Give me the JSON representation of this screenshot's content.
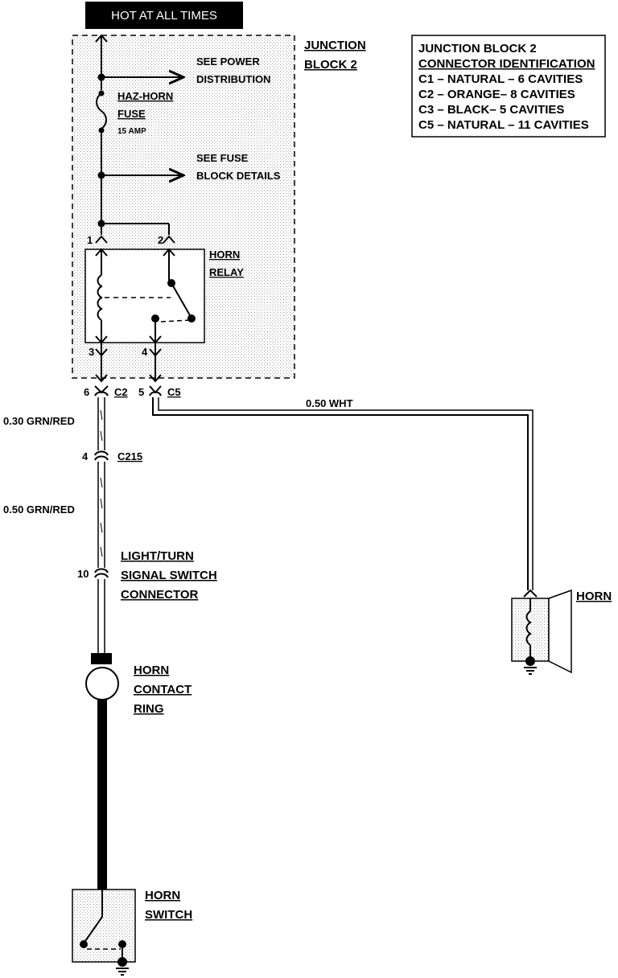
{
  "header": {
    "title": "HOT AT ALL TIMES"
  },
  "junction_block": {
    "name_line1": "JUNCTION",
    "name_line2": "BLOCK 2",
    "see_power_line1": "SEE POWER",
    "see_power_line2": "DISTRIBUTION",
    "fuse_name_line1": "HAZ-HORN",
    "fuse_name_line2": "FUSE",
    "fuse_rating": "15 AMP",
    "see_fuse_line1": "SEE FUSE",
    "see_fuse_line2": "BLOCK DETAILS"
  },
  "relay": {
    "name_line1": "HORN",
    "name_line2": "RELAY",
    "pin1": "1",
    "pin2": "2",
    "pin3": "3",
    "pin4": "4"
  },
  "connectors": {
    "c2_pin": "6",
    "c2_label": "C2",
    "c5_pin": "5",
    "c5_label": "C5",
    "c215_pin": "4",
    "c215_label": "C215",
    "switch_conn_pin": "10"
  },
  "wires": {
    "wire1": "0.30 GRN/RED",
    "wire2": "0.50 GRN/RED",
    "wire3": "0.50 WHT"
  },
  "switch_connector": {
    "line1": "LIGHT/TURN",
    "line2": "SIGNAL SWITCH",
    "line3": "CONNECTOR"
  },
  "contact_ring": {
    "line1": "HORN",
    "line2": "CONTACT",
    "line3": "RING"
  },
  "horn_switch": {
    "line1": "HORN",
    "line2": "SWITCH"
  },
  "horn": {
    "label": "HORN"
  },
  "legend_table": {
    "title": "JUNCTION BLOCK 2",
    "subtitle": "CONNECTOR IDENTIFICATION",
    "rows": [
      "C1 – NATURAL – 6 CAVITIES",
      "C2 – ORANGE– 8 CAVITIES",
      "C3 – BLACK– 5 CAVITIES",
      "C5 – NATURAL – 11 CAVITIES"
    ]
  }
}
